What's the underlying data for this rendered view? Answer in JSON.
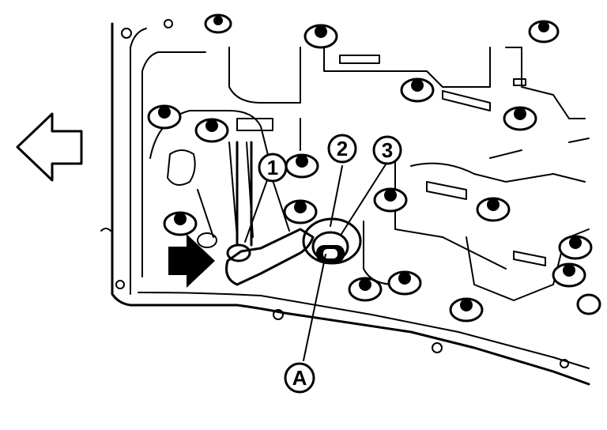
{
  "callouts": [
    {
      "id": "callout-1",
      "label": "1"
    },
    {
      "id": "callout-2",
      "label": "2"
    },
    {
      "id": "callout-3",
      "label": "3"
    },
    {
      "id": "callout-a",
      "label": "A"
    }
  ],
  "icons": {
    "direction_arrow": "left-arrow-outline-icon",
    "pointer_arrow": "right-arrow-solid-icon"
  },
  "colors": {
    "line": "#000000",
    "background": "#ffffff"
  }
}
